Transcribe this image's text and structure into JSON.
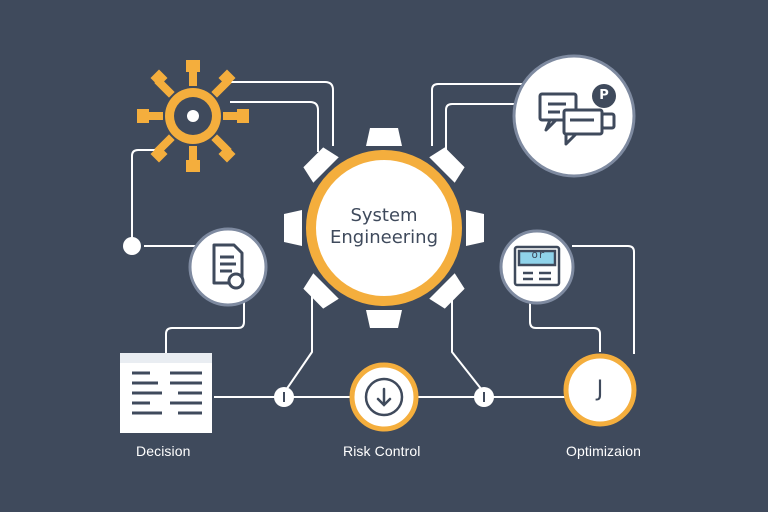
{
  "center": {
    "line1": "System",
    "line2": "Engineering"
  },
  "nodes": {
    "decision": {
      "label": "Decision"
    },
    "risk_control": {
      "label": "Risk Control"
    },
    "optimization": {
      "label": "Optimizaion",
      "symbol": "J"
    },
    "small_panel": {
      "text": "or"
    },
    "chat_badge": {
      "text": "P"
    }
  },
  "colors": {
    "background": "#3f4a5c",
    "accent": "#f4ae3d",
    "line": "#ffffff",
    "node_fill": "#ffffff",
    "icon_dark": "#3f4a5c",
    "panel_blue": "#8fd3ea"
  },
  "icons": [
    "sun-gear-icon",
    "document-icon",
    "chat-bubbles-icon",
    "panel-icon",
    "list-document-icon",
    "arrow-down-icon",
    "j-symbol-icon"
  ]
}
